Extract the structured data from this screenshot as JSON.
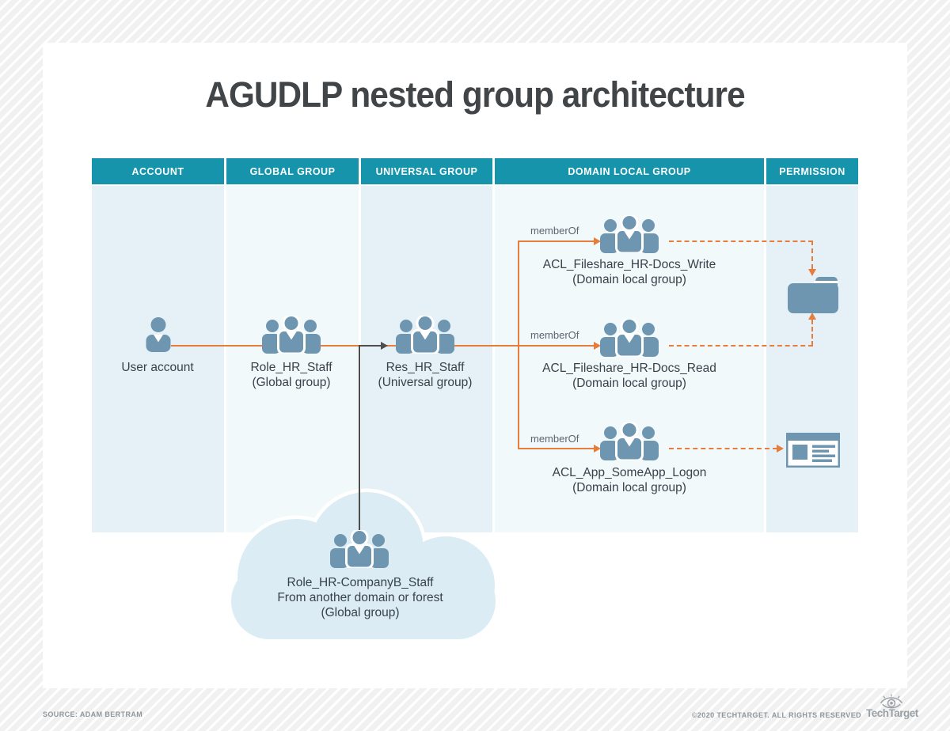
{
  "title": "AGUDLP nested group architecture",
  "columns": [
    {
      "label": "ACCOUNT"
    },
    {
      "label": "GLOBAL GROUP"
    },
    {
      "label": "UNIVERSAL GROUP"
    },
    {
      "label": "DOMAIN LOCAL GROUP"
    },
    {
      "label": "PERMISSION"
    }
  ],
  "nodes": {
    "user": {
      "label": "User account",
      "icon": "user-icon"
    },
    "global_group": {
      "label": "Role_HR_Staff",
      "sub": "(Global group)",
      "icon": "group-icon"
    },
    "universal_group": {
      "label": "Res_HR_Staff",
      "sub": "(Universal group)",
      "icon": "group-icon"
    },
    "dl_write": {
      "label": "ACL_Fileshare_HR-Docs_Write",
      "sub": "(Domain local group)",
      "icon": "group-icon"
    },
    "dl_read": {
      "label": "ACL_Fileshare_HR-Docs_Read",
      "sub": "(Domain local group)",
      "icon": "group-icon"
    },
    "dl_logon": {
      "label": "ACL_App_SomeApp_Logon",
      "sub": "(Domain local group)",
      "icon": "group-icon"
    },
    "external_cloud": {
      "label": "Role_HR-CompanyB_Staff",
      "line2": "From another domain or forest",
      "sub": "(Global group)",
      "icon": "group-icon"
    }
  },
  "edge_labels": {
    "member_of": "memberOf"
  },
  "permission_icons": {
    "fileshare": "folder-icon",
    "application": "application-window-icon"
  },
  "footer": {
    "source": "SOURCE: ADAM BERTRAM",
    "copyright": "©2020 TECHTARGET. ALL RIGHTS RESERVED",
    "brand": "TechTarget"
  },
  "colors": {
    "header_teal": "#1594ac",
    "column_dark": "#e5f1f7",
    "column_light": "#f2f9fb",
    "icon_blue": "#6e96b0",
    "connector_orange": "#e67d3c",
    "connector_dark": "#4d4d4d",
    "cloud_fill": "#dcecf4",
    "title_text": "#414547",
    "label_text": "#37424a",
    "footer_text": "#8f979c"
  }
}
